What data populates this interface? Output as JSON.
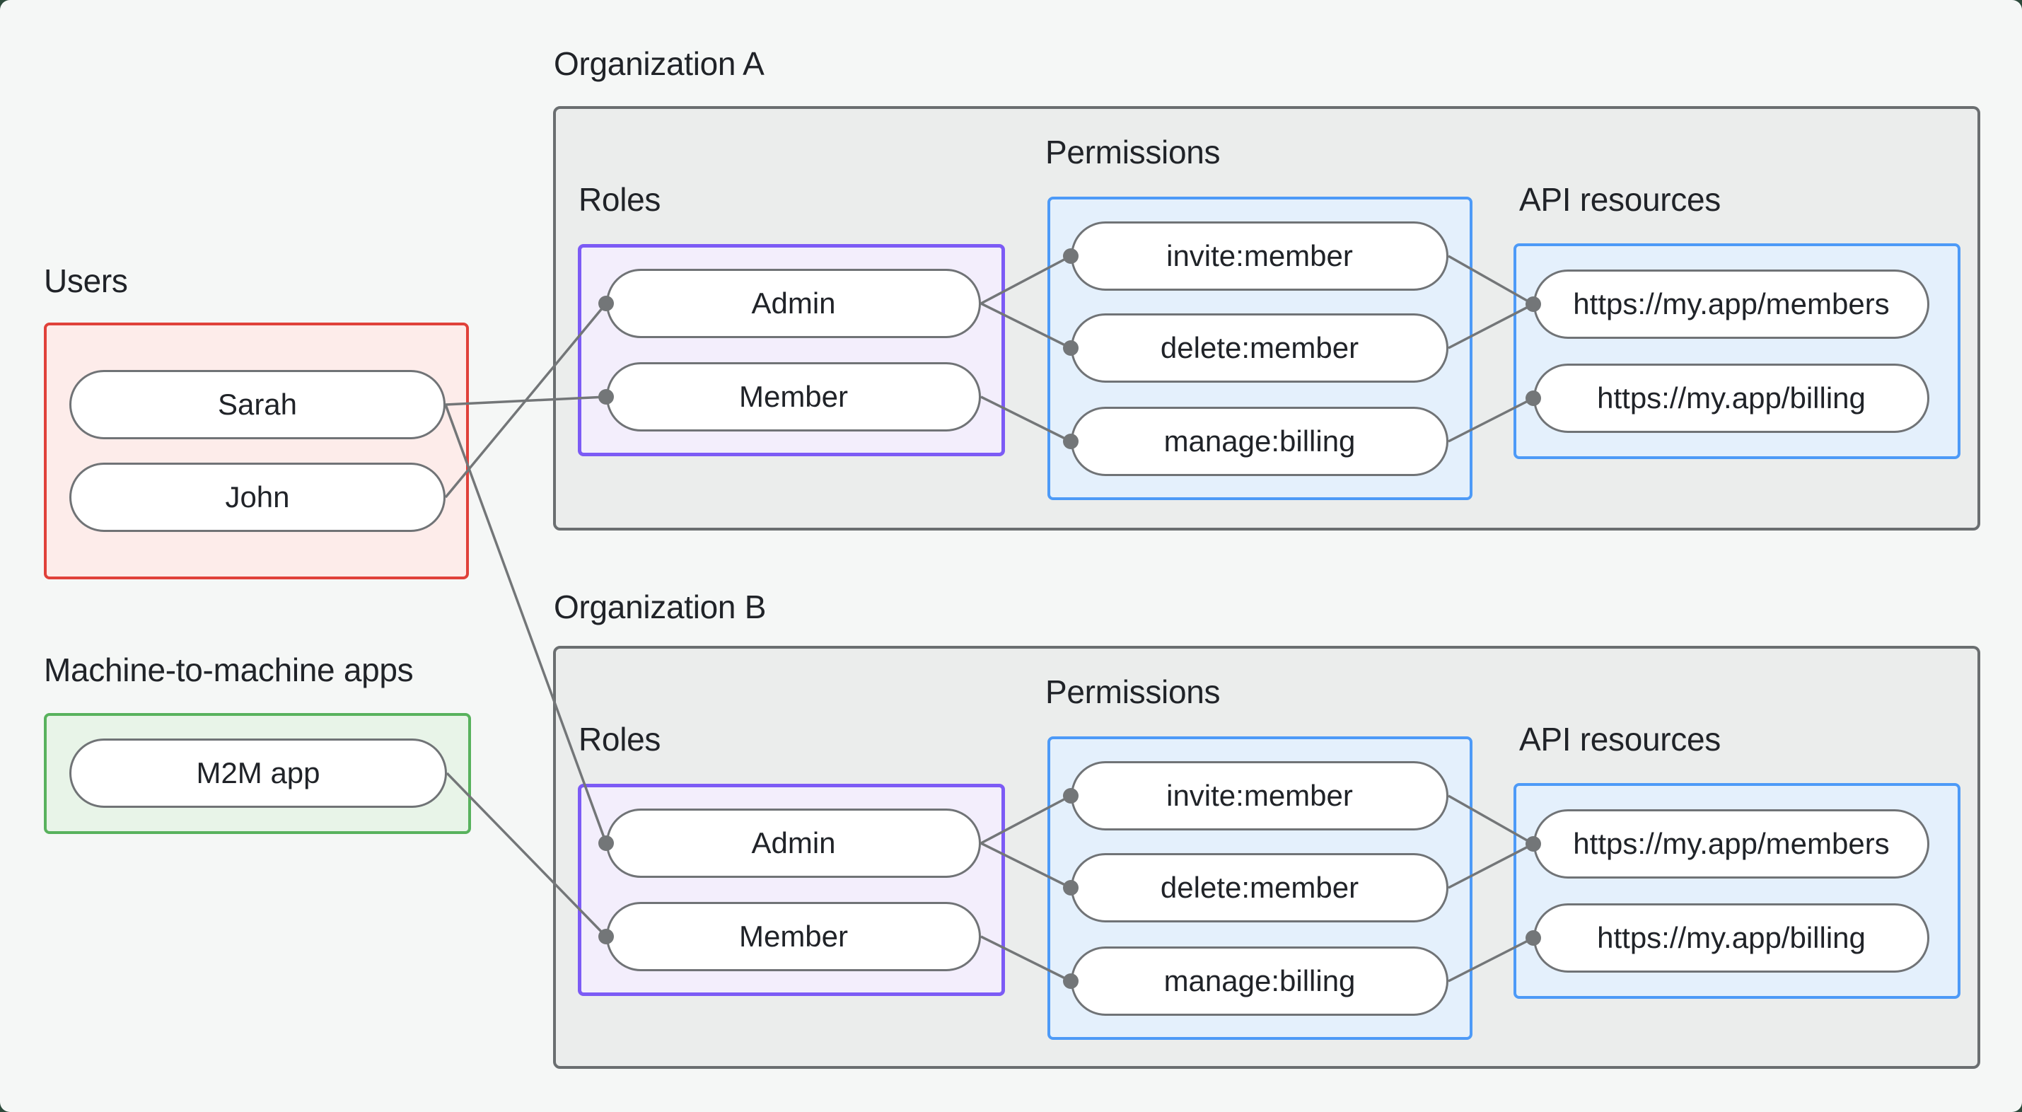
{
  "colors": {
    "canvas-bg": "#f5f7f6",
    "text": "#202328",
    "org-fill": "#ebedec",
    "org-border": "#6a6e70",
    "users-fill": "#fdecea",
    "users-border": "#e0413a",
    "m2m-fill": "#e8f4e8",
    "m2m-border": "#58b25d",
    "roles-fill": "#f3eefc",
    "roles-border": "#7c5bf5",
    "perm-fill": "#e4f0fc",
    "perm-border": "#4d9af7",
    "node-fill": "#ffffff",
    "node-border": "#707376",
    "edge": "#737678"
  },
  "users": {
    "label": "Users",
    "nodes": [
      "Sarah",
      "John"
    ]
  },
  "m2m": {
    "label": "Machine-to-machine apps",
    "nodes": [
      "M2M app"
    ]
  },
  "org_a": {
    "label": "Organization A",
    "roles_label": "Roles",
    "permissions_label": "Permissions",
    "api_label": "API resources",
    "roles": [
      "Admin",
      "Member"
    ],
    "permissions": [
      "invite:member",
      "delete:member",
      "manage:billing"
    ],
    "api_resources": [
      "https://my.app/members",
      "https://my.app/billing"
    ]
  },
  "org_b": {
    "label": "Organization B",
    "roles_label": "Roles",
    "permissions_label": "Permissions",
    "api_label": "API resources",
    "roles": [
      "Admin",
      "Member"
    ],
    "permissions": [
      "invite:member",
      "delete:member",
      "manage:billing"
    ],
    "api_resources": [
      "https://my.app/members",
      "https://my.app/billing"
    ]
  }
}
